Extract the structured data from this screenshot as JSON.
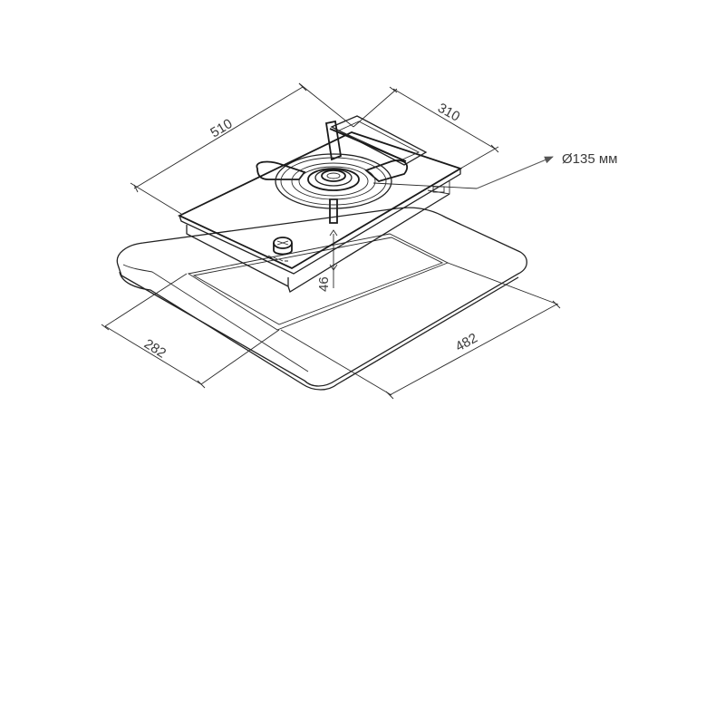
{
  "dimensions": {
    "hob_depth": "510",
    "hob_width": "310",
    "burner_diameter": "Ø135 мм",
    "hob_height": "46",
    "cutout_width": "282",
    "cutout_depth": "482"
  },
  "colors": {
    "line": "#222222",
    "text": "#3a3a3a",
    "arrow": "#555555"
  },
  "parts": {
    "control_knob_icon": "knob-icon",
    "burner_icon": "burner-icon",
    "pan_support_icon": "pan-support-icon"
  }
}
